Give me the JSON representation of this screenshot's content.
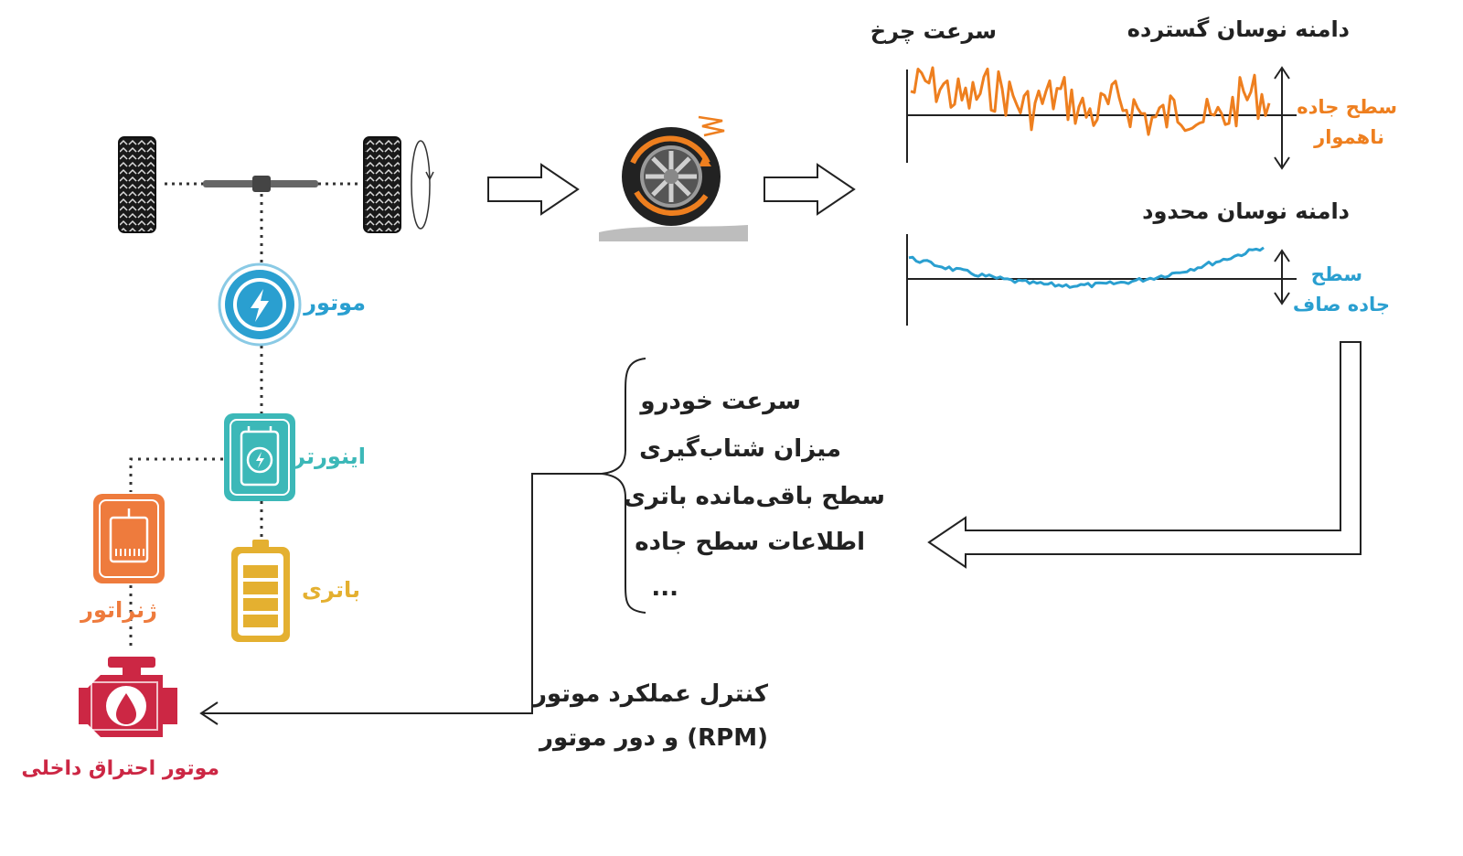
{
  "colors": {
    "motor": "#2a9fd0",
    "inverter": "#3cb8b8",
    "battery": "#e4b030",
    "generator": "#ee7b3d",
    "engine": "#cc2744",
    "rough_wave": "#ee7f1f",
    "smooth_wave": "#2a9fd0",
    "text": "#222222"
  },
  "icons": {
    "motor": "lightning-bolt-icon",
    "inverter": "inverter-icon",
    "battery": "battery-icon",
    "generator": "generator-icon",
    "engine": "engine-oil-drop-icon"
  },
  "components": {
    "motor": "موتور",
    "inverter": "اینورتر",
    "battery": "باتری",
    "generator": "ژنراتور",
    "engine": "موتور احتراق داخلی"
  },
  "graph": {
    "wheel_speed": "سرعت چرخ",
    "wide_amplitude": "دامنه نوسان گسترده",
    "limited_amplitude": "دامنه نوسان محدود",
    "rough_line1": "سطح جاده",
    "rough_line2": "ناهموار",
    "smooth_line1": "سطح",
    "smooth_line2": "جاده صاف"
  },
  "inputs": [
    "سرعت خودرو",
    "میزان شتاب‌گیری",
    "سطح باقی‌مانده باتری",
    "اطلاعات سطح جاده",
    "..."
  ],
  "control": {
    "line1": "کنترل عملکرد موتور",
    "line2": "و دور موتور (RPM)"
  }
}
